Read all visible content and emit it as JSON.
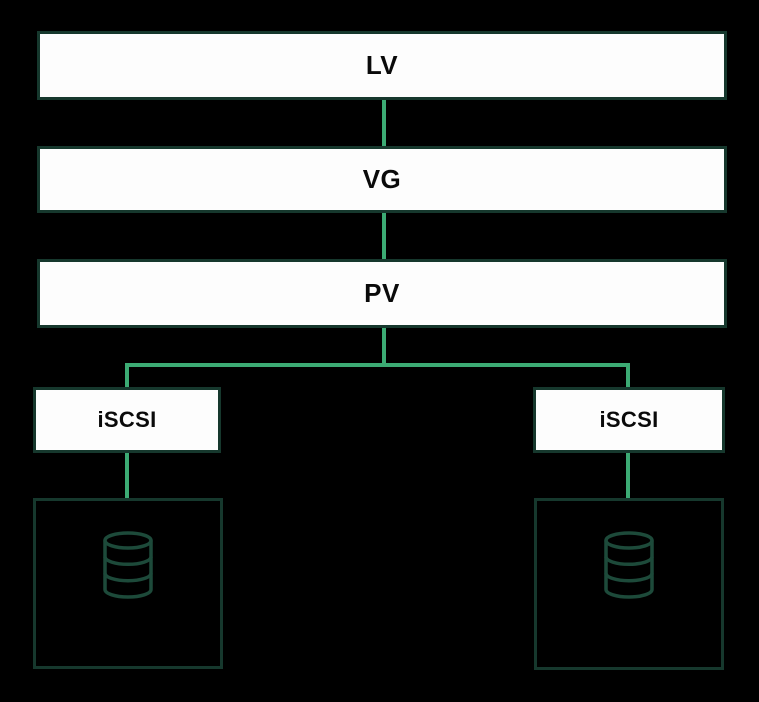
{
  "colors": {
    "background": "#000000",
    "node_fill": "#fdfdfd",
    "node_border": "#16382d",
    "connector": "#3cab74",
    "icon_stroke": "#1d4a3a",
    "label_text": "#0a0a0a"
  },
  "nodes": {
    "lv": {
      "label": "LV"
    },
    "vg": {
      "label": "VG"
    },
    "pv": {
      "label": "PV"
    },
    "iscsi_left": {
      "label": "iSCSI"
    },
    "iscsi_right": {
      "label": "iSCSI"
    }
  },
  "icons": {
    "storage_left": "database-icon",
    "storage_right": "database-icon"
  }
}
